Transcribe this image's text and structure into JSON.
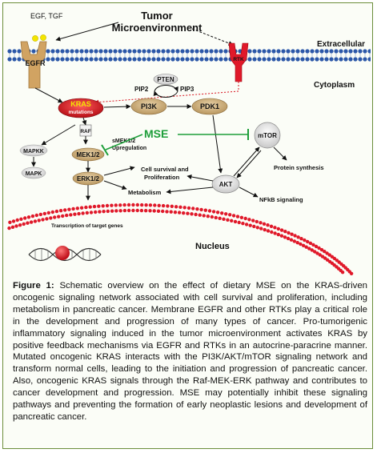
{
  "labels": {
    "tumor_line1": "Tumor",
    "tumor_line2": "Microenvironment",
    "extracellular": "Extracellular",
    "cytoplasm": "Cytoplasm",
    "nucleus": "Nucleus",
    "egf_tgf": "EGF, TGF",
    "egfr": "EGFR",
    "rtk": "RTK",
    "pten": "PTEN",
    "pip2": "PIP2",
    "pip3": "PIP3",
    "kras": "KRAS",
    "kras_sub": "mutations",
    "pi3k": "PI3K",
    "pdk1": "PDK1",
    "raf": "RAF",
    "smek_line1": "sMEK1/2",
    "smek_line2": "Upregulation",
    "mse": "MSE",
    "mtor": "mTOR",
    "protein_synthesis": "Protein synthesis",
    "mapkk": "MAPKK",
    "mapk": "MAPK",
    "mek12": "MEK1/2",
    "erk12": "ERK1/2",
    "cell_survival_line1": "Cell survival and",
    "cell_survival_line2": "Proliferation",
    "metabolism": "Metabolism",
    "akt": "AKT",
    "nfkb": "NFkB signaling",
    "transcription": "Transcription of target genes"
  },
  "caption": {
    "label": "Figure 1:",
    "text": " Schematic overview on the effect of dietary MSE on the KRAS-driven oncogenic signaling network associated with cell survival and proliferation, including metabolism in pancreatic cancer. Membrane EGFR and other RTKs play a critical role in the development and progression of many types of cancer.  Pro-tumorigenic inflammatory signaling induced in the tumor microenvironment activates KRAS by positive feedback mechanisms via EGFR and RTKs in an autocrine-paracrine manner. Mutated oncogenic KRAS interacts with the PI3K/AKT/mTOR signaling network and transform normal cells, leading to the initiation and progression of pancreatic cancer. Also, oncogenic KRAS signals through the Raf-MEK-ERK pathway and contributes to cancer development and progression. MSE may potentially inhibit these signaling pathways and preventing the formation of early neoplastic lesions and development of pancreatic cancer."
  },
  "colors": {
    "frame_border": "#6b8e3a",
    "membrane": "#2b57a8",
    "nucleus": "#e0192a",
    "kras": "#d8141f",
    "rtk": "#e0192a",
    "node_tan": "#c9a978",
    "mse": "#1e9e3a",
    "ligand": "#f3e500"
  }
}
